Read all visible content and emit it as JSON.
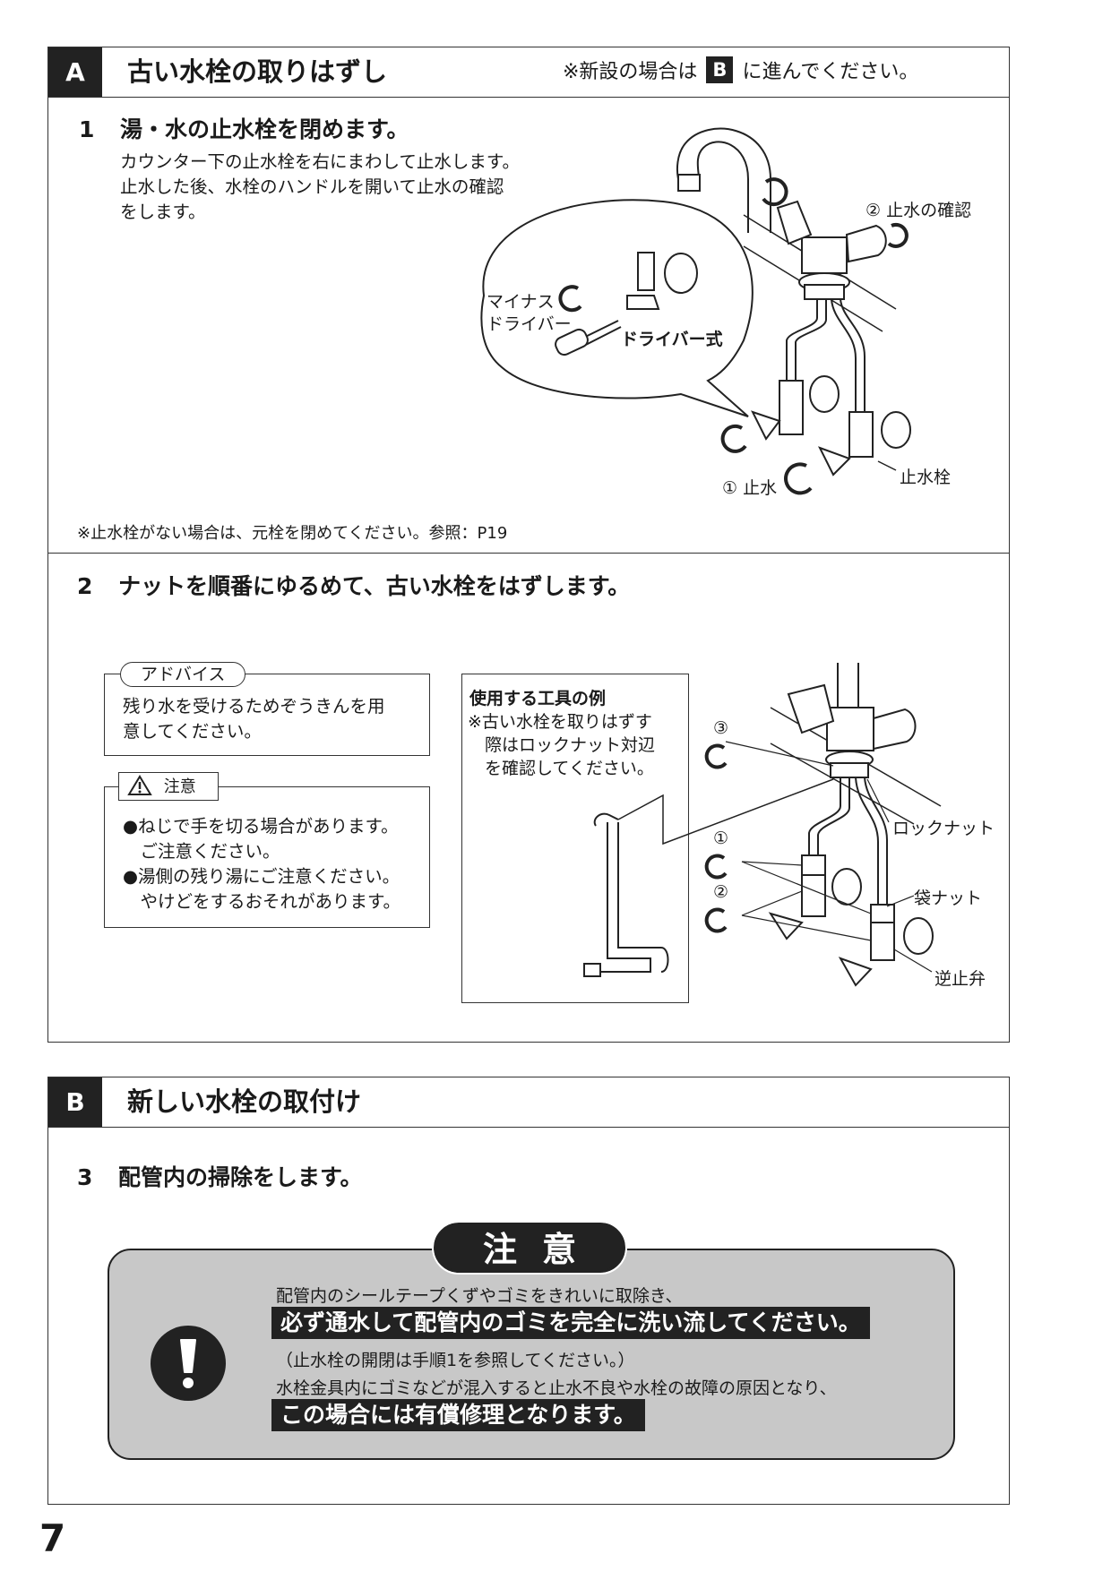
{
  "sectionA": {
    "letter": "A",
    "title": "古い水栓の取りはずし",
    "note_before": "※新設の場合は",
    "note_letter": "B",
    "note_after": "に進んでください。"
  },
  "step1": {
    "number": "1",
    "title": "湯・水の止水栓を閉めます。",
    "desc_lines": [
      "カウンター下の止水栓を右にまわして止水します。",
      "止水した後、水栓のハンドルを開いて止水の確認",
      "をします。"
    ],
    "labels": {
      "confirm": "② 止水の確認",
      "minus_driver_1": "マイナス",
      "minus_driver_2": "ドライバー",
      "driver_type": "ドライバー式",
      "stop": "① 止水",
      "stop_valve": "止水栓"
    },
    "footnote": "※止水栓がない場合は、元栓を閉めてください。参照：P19"
  },
  "step2": {
    "number": "2",
    "title": "ナットを順番にゆるめて、古い水栓をはずします。",
    "advice": {
      "tag": "アドバイス",
      "lines": [
        "残り水を受けるためぞうきんを用",
        "意してください。"
      ]
    },
    "caution": {
      "tag": "注意",
      "lines": [
        "●ねじで手を切る場合があります。",
        "　ご注意ください。",
        "●湯側の残り湯にご注意ください。",
        "　やけどをするおそれがあります。"
      ]
    },
    "tools": {
      "title": "使用する工具の例",
      "lines": [
        "※古い水栓を取りはずす",
        "　際はロックナット対辺",
        "　を確認してください。"
      ]
    },
    "labels": {
      "n3": "③",
      "n1": "①",
      "n2": "②",
      "lock_nut": "ロックナット",
      "bag_nut": "袋ナット",
      "check_valve": "逆止弁"
    }
  },
  "sectionB": {
    "letter": "B",
    "title": "新しい水栓の取付け"
  },
  "step3": {
    "number": "3",
    "title": "配管内の掃除をします。",
    "warning": {
      "tag": "注意",
      "line1": "配管内のシールテープくずやゴミをきれいに取除き、",
      "highlight1": "必ず通水して配管内のゴミを完全に洗い流してください。",
      "line2": "（止水栓の開閉は手順1を参照してください。）",
      "line3": "水栓金具内にゴミなどが混入すると止水不良や水栓の故障の原因となり、",
      "highlight2": "この場合には有償修理となります。"
    }
  },
  "page_number": "7"
}
